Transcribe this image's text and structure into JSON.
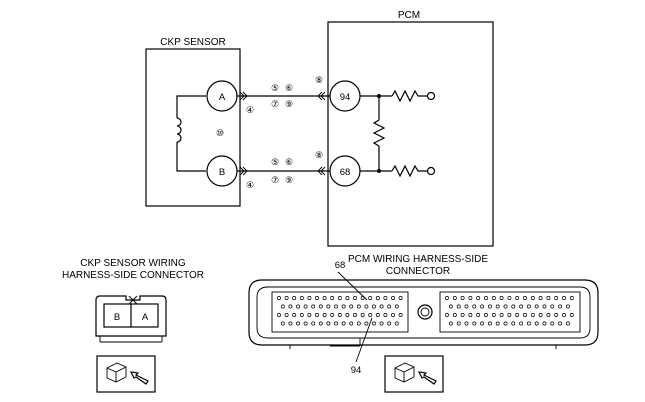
{
  "pcm": {
    "label": "PCM",
    "pin_top": "94",
    "pin_bottom": "68"
  },
  "ckp": {
    "label": "CKP SENSOR",
    "terminal_a": "A",
    "terminal_b": "B"
  },
  "callouts": {
    "top_5": "⑤",
    "top_6": "⑥",
    "top_7": "⑦",
    "top_9": "⑨",
    "top_4": "④",
    "top_8": "⑧",
    "mid_10": "⑩",
    "bot_5": "⑤",
    "bot_6": "⑥",
    "bot_7": "⑦",
    "bot_9": "⑨",
    "bot_4": "④",
    "bot_8": "⑧"
  },
  "ckp_connector": {
    "title_line1": "CKP SENSOR WIRING",
    "title_line2": "HARNESS-SIDE CONNECTOR",
    "slot_b": "B",
    "slot_a": "A"
  },
  "pcm_connector": {
    "title_line1": "PCM WIRING  HARNESS-SIDE",
    "title_line2": "CONNECTOR",
    "pin_label_68": "68",
    "pin_label_94": "94"
  }
}
